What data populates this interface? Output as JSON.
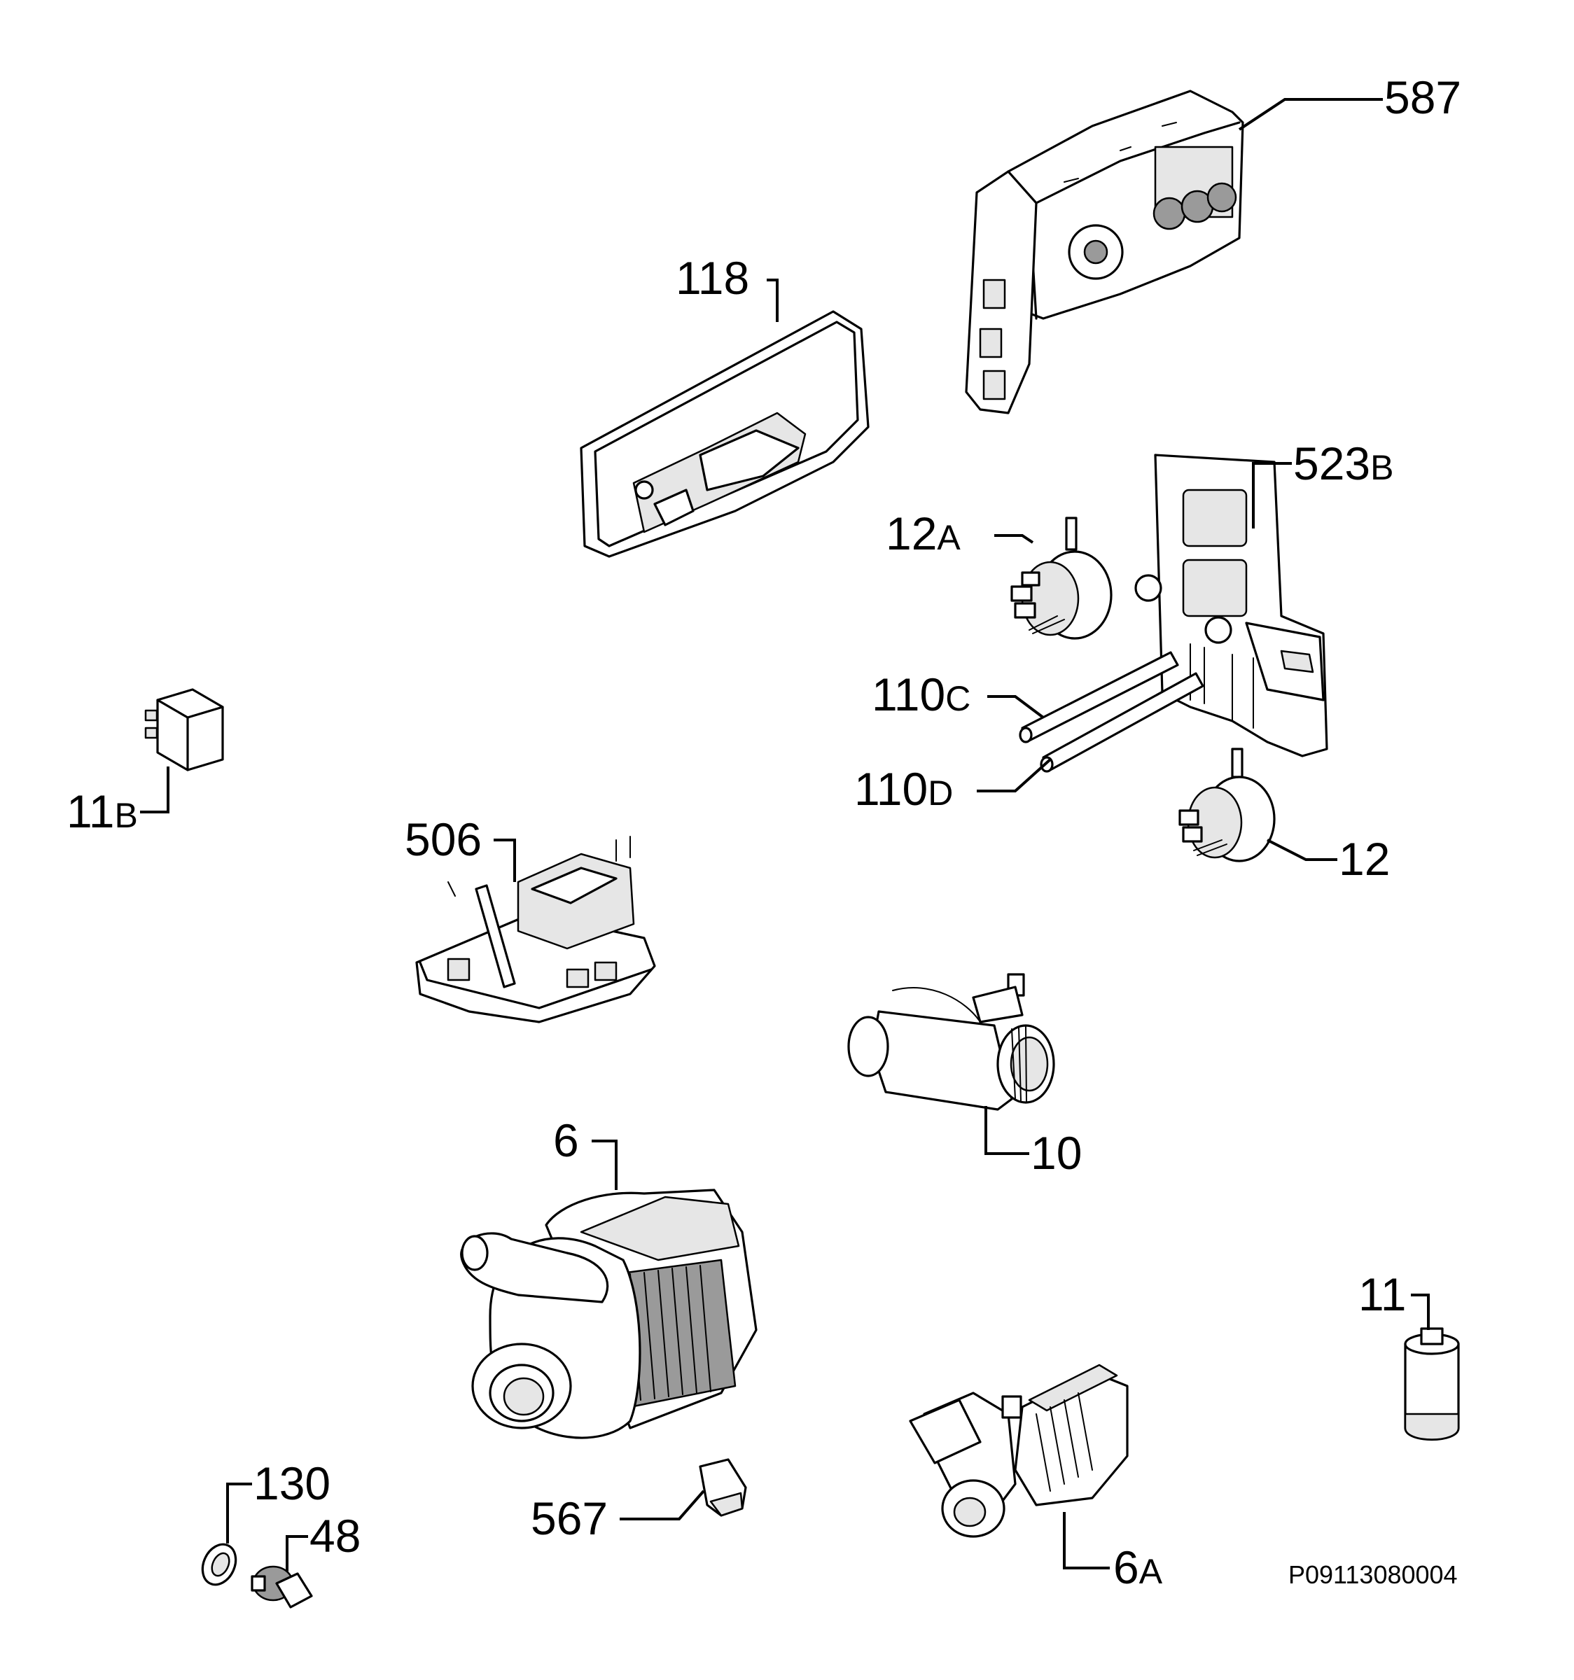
{
  "labels": {
    "p587": "587",
    "p118": "118",
    "p523b": {
      "num": "523",
      "suffix": "B"
    },
    "p12a": {
      "num": "12",
      "suffix": "A"
    },
    "p110c": {
      "num": "110",
      "suffix": "C"
    },
    "p110d": {
      "num": "110",
      "suffix": "D"
    },
    "p11b": {
      "num": "11",
      "suffix": "B"
    },
    "p12": "12",
    "p506": "506",
    "p10": "10",
    "p6": "6",
    "p11": "11",
    "p130": "130",
    "p48": "48",
    "p567": "567",
    "p6a": {
      "num": "6",
      "suffix": "A"
    }
  },
  "drawing_code": "P09113080004"
}
